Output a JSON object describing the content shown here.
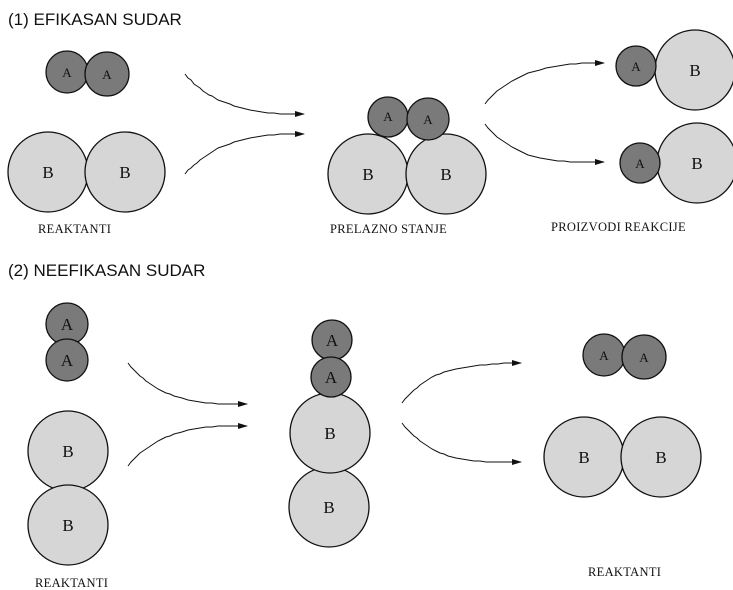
{
  "section1": {
    "title": "(1) EFIKASAN SUDAR",
    "captions": {
      "reactants": "REAKTANTI",
      "transition": "PRELAZNO STANJE",
      "products": "PROIZVODI REAKCIJE"
    }
  },
  "section2": {
    "title": "(2) NEEFIKASAN SUDAR",
    "captions": {
      "reactants_left": "REAKTANTI",
      "reactants_right": "REAKTANTI"
    }
  },
  "molecules": {
    "a_label": "A",
    "b_label": "B"
  },
  "colors": {
    "molecule_a": "#7a7a7a",
    "molecule_b": "#d6d6d6",
    "outline": "#111111"
  }
}
